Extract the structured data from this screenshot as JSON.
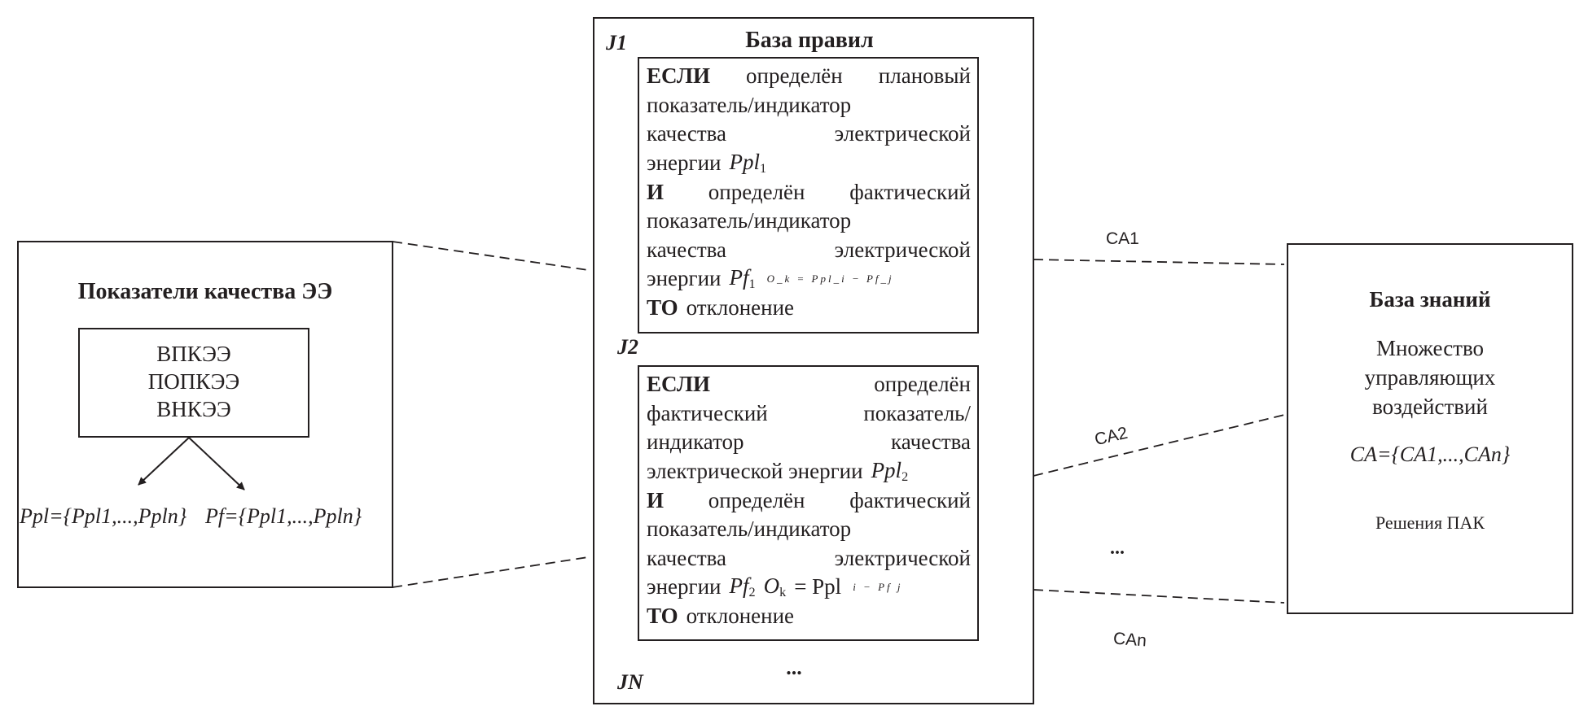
{
  "left_panel": {
    "title": "Показатели качества ЭЭ",
    "items": [
      "ВПКЭЭ",
      "ПОПКЭЭ",
      "ВНКЭЭ"
    ],
    "formula_ppl": "Ppl={Ppl1,...,Ppln}",
    "formula_pf": "Pf={Ppl1,...,Ppln}"
  },
  "rule_base": {
    "title": "База правил",
    "j1": "J1",
    "j2": "J2",
    "jn": "JN",
    "ellipsis": "...",
    "rule1": [
      {
        "j": true,
        "tokens": [
          {
            "t": "ЕСЛИ",
            "s": "b"
          },
          {
            "t": "определён"
          },
          {
            "t": "плановый"
          }
        ]
      },
      {
        "j": false,
        "tokens": [
          {
            "t": "показатель/индикатор"
          }
        ]
      },
      {
        "j": true,
        "tokens": [
          {
            "t": "качества"
          },
          {
            "t": "электрической"
          }
        ]
      },
      {
        "j": false,
        "tokens": [
          {
            "t": "энергии"
          },
          {
            "t": "Ppl",
            "s": "i",
            "sub": "1"
          }
        ]
      },
      {
        "j": true,
        "tokens": [
          {
            "t": "И",
            "s": "b"
          },
          {
            "t": "определён"
          },
          {
            "t": "фактический"
          }
        ]
      },
      {
        "j": false,
        "tokens": [
          {
            "t": "показатель/индикатор"
          }
        ]
      },
      {
        "j": true,
        "tokens": [
          {
            "t": "качества"
          },
          {
            "t": "электрической"
          }
        ]
      },
      {
        "j": false,
        "tokens": [
          {
            "t": "энергии"
          },
          {
            "t": "Pf",
            "s": "i",
            "sub": "1"
          },
          {
            "t": "O_k = Ppl_i − Pf_j",
            "s": "small"
          }
        ]
      },
      {
        "j": false,
        "tokens": [
          {
            "t": "ТО",
            "s": "b"
          },
          {
            "t": "отклонение"
          }
        ]
      }
    ],
    "rule2": [
      {
        "j": true,
        "tokens": [
          {
            "t": "ЕСЛИ",
            "s": "b"
          },
          {
            "t": "определён"
          }
        ]
      },
      {
        "j": true,
        "tokens": [
          {
            "t": "фактический"
          },
          {
            "t": "показатель/"
          }
        ]
      },
      {
        "j": true,
        "tokens": [
          {
            "t": "индикатор"
          },
          {
            "t": "качества"
          }
        ]
      },
      {
        "j": false,
        "tokens": [
          {
            "t": "электрической энергии"
          },
          {
            "t": "Ppl",
            "s": "i",
            "sub": "2"
          }
        ]
      },
      {
        "j": true,
        "tokens": [
          {
            "t": "И",
            "s": "b"
          },
          {
            "t": "определён"
          },
          {
            "t": "фактический"
          }
        ]
      },
      {
        "j": false,
        "tokens": [
          {
            "t": "показатель/индикатор"
          }
        ]
      },
      {
        "j": true,
        "tokens": [
          {
            "t": "качества"
          },
          {
            "t": "электрической"
          }
        ]
      },
      {
        "j": false,
        "tokens": [
          {
            "t": "энергии"
          },
          {
            "t": "Pf",
            "s": "i",
            "sub": "2"
          },
          {
            "t": "O",
            "s": "i",
            "sub": "k"
          },
          {
            "t": "= Ppl"
          },
          {
            "t": "i − Pf j",
            "s": "small"
          }
        ]
      },
      {
        "j": false,
        "tokens": [
          {
            "t": "ТО",
            "s": "b"
          },
          {
            "t": "отклонение"
          }
        ]
      }
    ]
  },
  "connections": {
    "ca1": "CA1",
    "ca2": "CA2",
    "can": "CAn",
    "ellipsis": "..."
  },
  "knowledge_base": {
    "title": "База знаний",
    "lines": [
      "Множество",
      "управляющих",
      "воздействий"
    ],
    "formula": "CA={CA1,...,CAn}",
    "solutions": "Решения ПАК"
  }
}
